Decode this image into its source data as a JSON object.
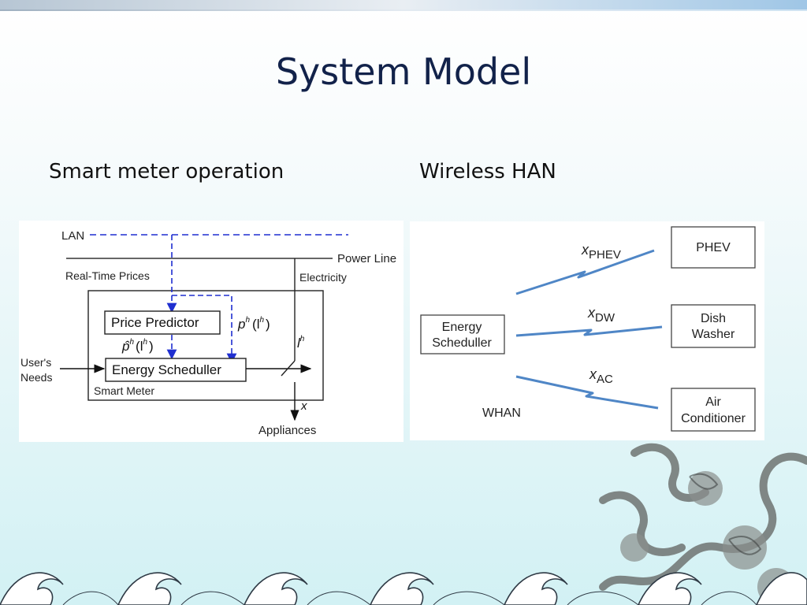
{
  "slide": {
    "title": "System Model",
    "left_heading": "Smart meter operation",
    "right_heading": "Wireless HAN"
  },
  "smart_meter_diagram": {
    "lan": "LAN",
    "power_line": "Power Line",
    "real_time_prices": "Real-Time Prices",
    "electricity": "Electricity",
    "price_predictor": "Price Predictor",
    "energy_scheduler": "Energy Scheduller",
    "smart_meter": "Smart Meter",
    "users_needs_1": "User's",
    "users_needs_2": "Needs",
    "appliances": "Appliances",
    "x": "x",
    "ph": "p",
    "ph_sup": "h",
    "ph_arg": "(l",
    "ph_arg_sup": "h",
    "ph_close": ")",
    "phat": "p̂",
    "phat_sup": "h",
    "phat_arg": "(l",
    "phat_arg_sup": "h",
    "phat_close": ")",
    "lh": "l",
    "lh_sup": "h"
  },
  "han_diagram": {
    "energy_scheduler_1": "Energy",
    "energy_scheduler_2": "Scheduller",
    "phev": "PHEV",
    "dish_1": "Dish",
    "dish_2": "Washer",
    "air_1": "Air",
    "air_2": "Conditioner",
    "whan": "WHAN",
    "x_phev": "x",
    "x_phev_sub": "PHEV",
    "x_dw": "x",
    "x_dw_sub": "DW",
    "x_ac": "x",
    "x_ac_sub": "AC"
  },
  "colors": {
    "title": "#12224a",
    "dashed_arrow": "#1f2fd0",
    "wireless_link": "#4f86c6"
  }
}
